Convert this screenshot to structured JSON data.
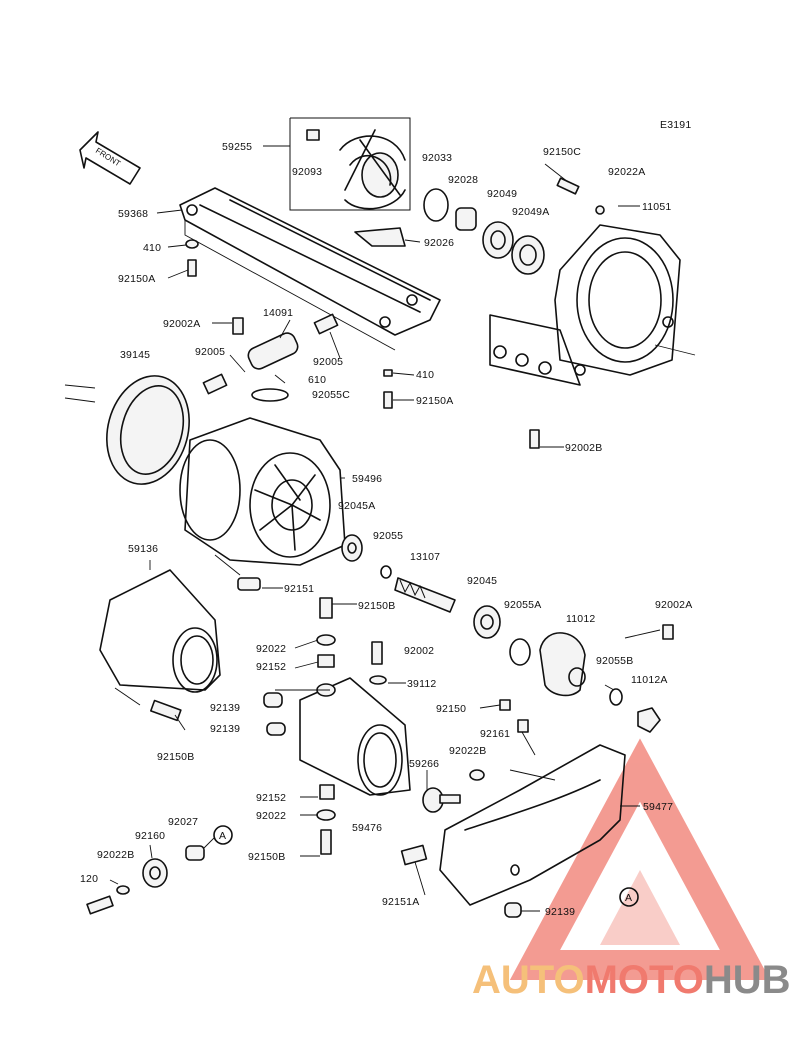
{
  "diagram": {
    "code": "E3191",
    "front_label": "FRONT",
    "callouts": [
      "A",
      "A"
    ],
    "labels": [
      "59255",
      "92093",
      "92033",
      "92028",
      "92049",
      "92049A",
      "92150C",
      "92022A",
      "11051",
      "59368",
      "92026",
      "410",
      "92150A",
      "92002A",
      "14091",
      "39145",
      "92005",
      "92005",
      "610",
      "92055C",
      "410",
      "92150A",
      "92002B",
      "59496",
      "92045A",
      "59136",
      "92055",
      "13107",
      "92151",
      "92045",
      "92055A",
      "11012",
      "92002A",
      "92150B",
      "92022",
      "92002",
      "92152",
      "39112",
      "92055B",
      "11012A",
      "92139",
      "92150",
      "92139",
      "92150B",
      "92161",
      "92022B",
      "59266",
      "59477",
      "92152",
      "92022",
      "59476",
      "92027",
      "92160",
      "92022B",
      "92150B",
      "120",
      "92151A",
      "92139"
    ]
  },
  "watermark": {
    "part1": "AUTO",
    "part2": "MOTO",
    "part3": "HUB",
    "colors": {
      "part1": "#f5c07a",
      "part2": "#f07a6e",
      "part3": "#8a8a8a",
      "triangle": "#f07a6e"
    }
  }
}
